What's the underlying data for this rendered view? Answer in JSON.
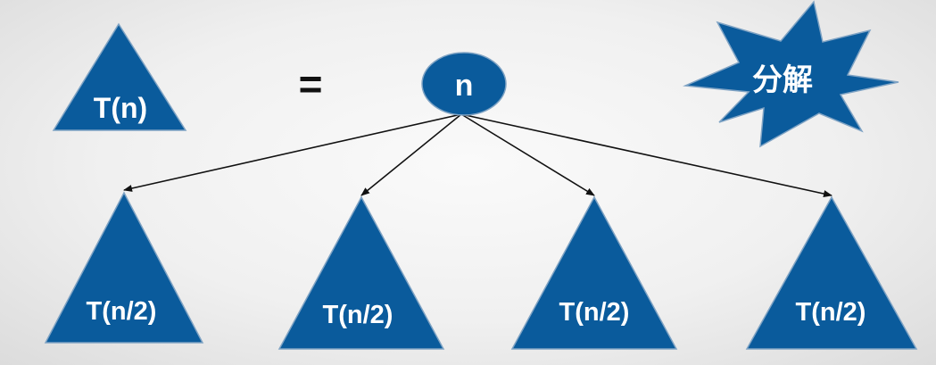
{
  "colors": {
    "shape_fill": "#0a5b9c",
    "shape_stroke": "#7fa3c4",
    "arrow": "#111111",
    "label": "#ffffff",
    "equals": "#111111"
  },
  "problem": {
    "label": "T(n)"
  },
  "equals_sign": "=",
  "root_node": {
    "label": "n"
  },
  "burst": {
    "label": "分解"
  },
  "subproblems": [
    {
      "label": "T(n/2)"
    },
    {
      "label": "T(n/2)"
    },
    {
      "label": "T(n/2)"
    },
    {
      "label": "T(n/2)"
    }
  ]
}
